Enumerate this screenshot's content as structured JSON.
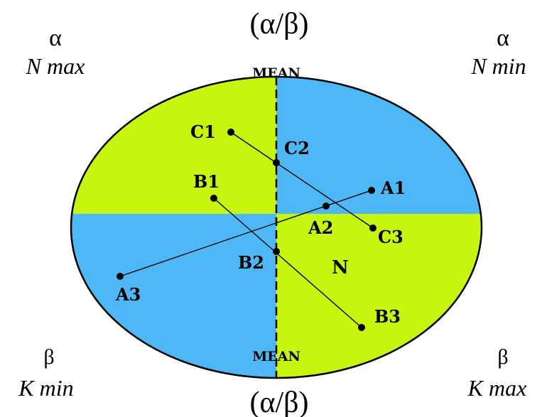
{
  "title_top": "(α/β)",
  "title_bottom": "(α/β)",
  "mean_top": "MEAN",
  "mean_bottom": "MEAN",
  "corners": {
    "top_left": {
      "symbol": "α",
      "label": "N max"
    },
    "top_right": {
      "symbol": "α",
      "label": "N min"
    },
    "bottom_left": {
      "symbol": "β",
      "label": "K min"
    },
    "bottom_right": {
      "symbol": "β",
      "label": "K max"
    }
  },
  "region_label": "N",
  "points": {
    "A1": "A1",
    "A2": "A2",
    "A3": "A3",
    "B1": "B1",
    "B2": "B2",
    "B3": "B3",
    "C1": "C1",
    "C2": "C2",
    "C3": "C3"
  },
  "colors": {
    "green": "#c6f50f",
    "blue": "#4db8f5",
    "stroke": "#000000"
  }
}
